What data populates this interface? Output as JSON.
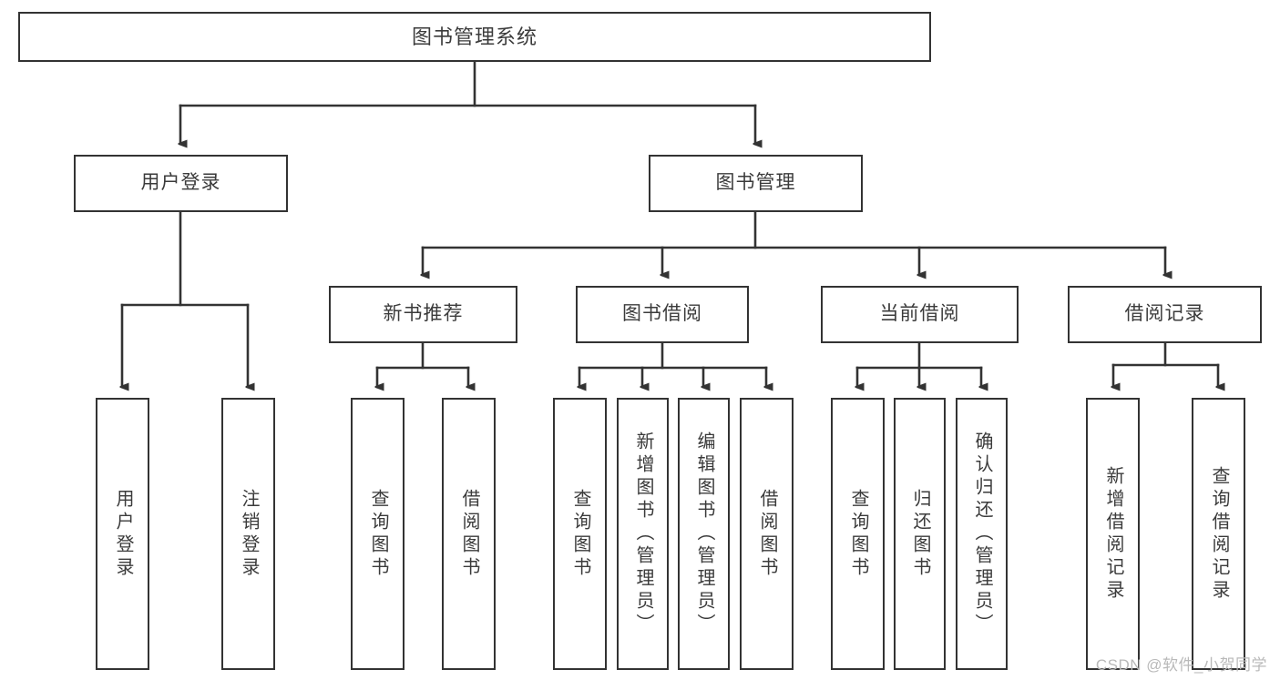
{
  "chart_data": {
    "type": "diagram",
    "diagram_kind": "hierarchy-tree",
    "title": "图书管理系统",
    "orientation": "top-down",
    "edge_style": "orthogonal-with-arrowheads",
    "colors": {
      "box_border": "#333333",
      "box_fill": "#ffffff",
      "text": "#3b3b3b",
      "connector": "#333333",
      "watermark": "#b9b9b9",
      "background": "#ffffff"
    },
    "levels": 4,
    "nodes": [
      {
        "id": "root",
        "label": "图书管理系统",
        "level": 0,
        "parent": null,
        "orientation": "horizontal"
      },
      {
        "id": "login",
        "label": "用户登录",
        "level": 1,
        "parent": "root",
        "orientation": "horizontal"
      },
      {
        "id": "bookmgmt",
        "label": "图书管理",
        "level": 1,
        "parent": "root",
        "orientation": "horizontal"
      },
      {
        "id": "newbook",
        "label": "新书推荐",
        "level": 2,
        "parent": "bookmgmt",
        "orientation": "horizontal"
      },
      {
        "id": "borrow",
        "label": "图书借阅",
        "level": 2,
        "parent": "bookmgmt",
        "orientation": "horizontal"
      },
      {
        "id": "current",
        "label": "当前借阅",
        "level": 2,
        "parent": "bookmgmt",
        "orientation": "horizontal"
      },
      {
        "id": "records",
        "label": "借阅记录",
        "level": 2,
        "parent": "bookmgmt",
        "orientation": "horizontal"
      },
      {
        "id": "leaf1",
        "label": "用户登录",
        "level": 3,
        "parent": "login",
        "orientation": "vertical"
      },
      {
        "id": "leaf2",
        "label": "注销登录",
        "level": 3,
        "parent": "login",
        "orientation": "vertical"
      },
      {
        "id": "leaf3",
        "label": "查询图书",
        "level": 3,
        "parent": "newbook",
        "orientation": "vertical"
      },
      {
        "id": "leaf4",
        "label": "借阅图书",
        "level": 3,
        "parent": "newbook",
        "orientation": "vertical"
      },
      {
        "id": "leaf5",
        "label": "查询图书",
        "level": 3,
        "parent": "borrow",
        "orientation": "vertical"
      },
      {
        "id": "leaf6",
        "label": "新增图书（管理员）",
        "level": 3,
        "parent": "borrow",
        "orientation": "vertical"
      },
      {
        "id": "leaf7",
        "label": "编辑图书（管理员）",
        "level": 3,
        "parent": "borrow",
        "orientation": "vertical"
      },
      {
        "id": "leaf8",
        "label": "借阅图书",
        "level": 3,
        "parent": "borrow",
        "orientation": "vertical"
      },
      {
        "id": "leaf9",
        "label": "查询图书",
        "level": 3,
        "parent": "current",
        "orientation": "vertical"
      },
      {
        "id": "leaf10",
        "label": "归还图书",
        "level": 3,
        "parent": "current",
        "orientation": "vertical"
      },
      {
        "id": "leaf11",
        "label": "确认归还（管理员）",
        "level": 3,
        "parent": "current",
        "orientation": "vertical"
      },
      {
        "id": "leaf12",
        "label": "新增借阅记录",
        "level": 3,
        "parent": "records",
        "orientation": "vertical"
      },
      {
        "id": "leaf13",
        "label": "查询借阅记录",
        "level": 3,
        "parent": "records",
        "orientation": "vertical"
      }
    ]
  },
  "tree": {
    "root": {
      "label": "图书管理系统"
    },
    "level1": [
      {
        "label": "用户登录"
      },
      {
        "label": "图书管理"
      }
    ],
    "level2": [
      {
        "label": "新书推荐"
      },
      {
        "label": "图书借阅"
      },
      {
        "label": "当前借阅"
      },
      {
        "label": "借阅记录"
      }
    ],
    "leaves": [
      {
        "label": "用户登录"
      },
      {
        "label": "注销登录"
      },
      {
        "label": "查询图书"
      },
      {
        "label": "借阅图书"
      },
      {
        "label": "查询图书"
      },
      {
        "label": "新增图书（管理员）"
      },
      {
        "label": "编辑图书（管理员）"
      },
      {
        "label": "借阅图书"
      },
      {
        "label": "查询图书"
      },
      {
        "label": "归还图书"
      },
      {
        "label": "确认归还（管理员）"
      },
      {
        "label": "新增借阅记录"
      },
      {
        "label": "查询借阅记录"
      }
    ]
  },
  "watermark": {
    "text": "CSDN @软件_小贺同学"
  }
}
